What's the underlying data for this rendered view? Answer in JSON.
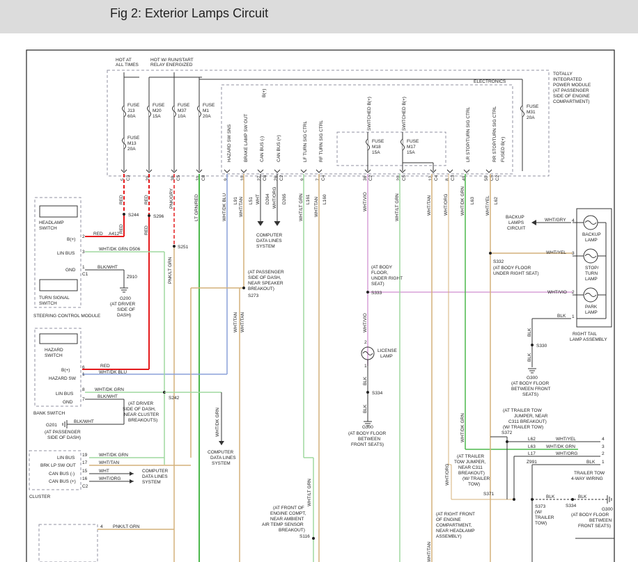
{
  "figure": {
    "title": "Fig 2: Exterior Lamps Circuit"
  },
  "colors": {
    "red": "#e41a1c",
    "blue": "#8aa0d8",
    "green": "#4cb84c",
    "light_green": "#9fd89f",
    "tan": "#d4b07a",
    "violet": "#d7a0d7",
    "dashed_box": "#9090a0",
    "wire": "#333333"
  },
  "tipm": {
    "label": [
      "TOTALLY",
      "INTEGRATED",
      "POWER MODULE",
      "(AT PASSENGER",
      "SIDE OF ENGINE",
      "COMPARTMENT)"
    ],
    "hot_at_all_times": [
      "HOT AT",
      "ALL TIMES"
    ],
    "hot_w_run_start": [
      "HOT W/ RUN/START",
      "RELAY ENERGIZED"
    ],
    "electronics": "ELECTRONICS",
    "b_plus": "B(+)",
    "fuses": [
      {
        "lines": [
          "FUSE",
          "J13",
          "60A"
        ]
      },
      {
        "lines": [
          "FUSE",
          "M13",
          "20A"
        ]
      },
      {
        "lines": [
          "FUSE",
          "M20",
          "15A"
        ]
      },
      {
        "lines": [
          "FUSE",
          "M37",
          "10A"
        ]
      },
      {
        "lines": [
          "FUSE",
          "M1",
          "20A"
        ]
      },
      {
        "lines": [
          "FUSE",
          "M31",
          "20A"
        ]
      },
      {
        "lines": [
          "FUSE",
          "M18",
          "15A"
        ]
      },
      {
        "lines": [
          "FUSE",
          "M17",
          "15A"
        ]
      }
    ],
    "signals": [
      "HAZARD SW SNS",
      "BRAKE LAMP SW OUT",
      "CAN BUS (-)",
      "CAN BUS (+)",
      "LF TURN SIG CTRL",
      "RF TURN SIG CTRL",
      "SWITCHED B(+)",
      "SWITCHED B(+)",
      "LR STOP/TURN SIG CTRL",
      "RR STOP/TURN SIG CTRL",
      "FUSED B(+)"
    ],
    "pins": [
      "5",
      "29",
      "38",
      "31",
      "9",
      "10",
      "27",
      "26",
      "9",
      "7",
      "36",
      "20",
      "12",
      "8",
      "49",
      "50"
    ],
    "conns": [
      "C3",
      "C5",
      "C8",
      "C8",
      "C2",
      "C4",
      "C2",
      "C5",
      "C4",
      "C3",
      "C5",
      "C2"
    ]
  },
  "wires": {
    "red": "RED",
    "pnk_gry": "PNK/GRY",
    "lt_grn_red": "LT GRN/RED",
    "wht_dk_blu": "WHT/DK BLU",
    "wht_tan": "WHT/TAN",
    "wht": "WHT",
    "wht_org": "WHT/ORG",
    "wht_lt_grn": "WHT/LT GRN",
    "wht_vio": "WHT/VIO",
    "wht_dk_grn": "WHT/DK GRN",
    "pnk_lt_grn": "PNK/LT GRN",
    "blk": "BLK",
    "blk_wht": "BLK/WHT",
    "wht_gry": "WHT/GRY",
    "wht_yel": "WHT/YEL",
    "wht_dk_grn_d506": "WHT/DK GRN D506",
    "circuits": [
      "L91",
      "L51",
      "D264",
      "D265",
      "L161",
      "L160",
      "L63",
      "L62",
      "A412",
      "L17",
      "Z991",
      "Z910"
    ]
  },
  "splices": [
    "S244",
    "S296",
    "S251",
    "S273",
    "S242",
    "S332",
    "S333",
    "S330",
    "S334",
    "S372",
    "S371",
    "S373",
    "S116"
  ],
  "grounds": [
    "G200",
    "G201",
    "G300"
  ],
  "notes": {
    "g200": [
      "(AT DRIVER",
      "SIDE OF",
      "DASH)"
    ],
    "g201": [
      "(AT PASSENGER",
      "SIDE OF DASH)"
    ],
    "s273": [
      "(AT PASSENGER",
      "SIDE OF DASH,",
      "NEAR SPEAKER",
      "BREAKOUT)"
    ],
    "s242": [
      "(AT DRIVER",
      "SIDE OF DASH,",
      "NEAR CLUSTER",
      "BREAKOUTS)"
    ],
    "s333": [
      "(AT BODY",
      "FLOOR,",
      "UNDER RIGHT",
      "SEAT)"
    ],
    "s332": [
      "(AT BODY FLOOR",
      "UNDER RIGHT SEAT)"
    ],
    "g300_a": [
      "(AT BODY FLOOR",
      "BETWEEN",
      "FRONT SEATS)"
    ],
    "g300_b": [
      "(AT BODY FLOOR",
      "BETWEEN FRONT",
      "SEATS)"
    ],
    "g300_c": [
      "(AT BODY FLOOR",
      "BETWEEN",
      "FRONT SEATS)"
    ],
    "s372": [
      "(AT TRAILER TOW",
      "JUMPER, NEAR",
      "C311 BREAKOUT)",
      "(W/ TRAILER TOW)"
    ],
    "s371": [
      "(AT TRAILER",
      "TOW JUMPER,",
      "NEAR C311",
      "BREAKOUT)",
      "(W/ TRAILER",
      "TOW)"
    ],
    "s373": [
      "(W/",
      "TRAILER",
      "TOW)"
    ],
    "s116": [
      "(AT FRONT OF",
      "ENGINE COMPT,",
      "NEAR AMBIENT",
      "AIR TEMP SENSOR",
      "BREAKOUT)"
    ],
    "right_front": [
      "(AT RIGHT FRONT",
      "OF ENGINE",
      "COMPARTMENT,",
      "NEAR HEADLAMP",
      "ASSEMBLY)"
    ]
  },
  "components": {
    "steering_control_module": "STEERING CONTROL MODULE",
    "headlamp_switch": [
      "HEADLAMP",
      "SWITCH"
    ],
    "turn_signal_switch": [
      "TURN SIGNAL",
      "SWITCH"
    ],
    "bplus": "B(+)",
    "lin_bus": "LIN BUS",
    "gnd": "GND",
    "hazard_switch": [
      "HAZARD",
      "SWITCH"
    ],
    "hazard_sw": "HAZARD SW",
    "bank_switch": "BANK SWITCH",
    "cluster": "CLUSTER",
    "brk_lp_sw_out": "BRK LP SW OUT",
    "can_bus_minus": "CAN BUS (-)",
    "can_bus_plus": "CAN BUS (+)",
    "computer_data_lines_system": [
      "COMPUTER",
      "DATA LINES",
      "SYSTEM"
    ],
    "backup_lamps_circuit": [
      "BACKUP",
      "LAMPS",
      "CIRCUIT"
    ],
    "backup_lamp": [
      "BACKUP",
      "LAMP"
    ],
    "stop_turn_lamp": [
      "STOP/",
      "TURN",
      "LAMP"
    ],
    "park_lamp": [
      "PARK",
      "LAMP"
    ],
    "right_tail_lamp_assembly": [
      "RIGHT TAIL",
      "LAMP ASSEMBLY"
    ],
    "license_lamp": [
      "LICENSE",
      "LAMP"
    ],
    "trailer_tow_wiring": [
      "TRAILER TOW",
      "4-WAY WIRING"
    ]
  },
  "pins": {
    "scm": [
      "2",
      "3",
      "1",
      "C1"
    ],
    "bank": [
      "6",
      "1",
      "8",
      "7"
    ],
    "cluster": [
      "19",
      "17",
      "15",
      "16",
      "C2"
    ],
    "tail": [
      "4",
      "3",
      "2",
      "1"
    ],
    "tow": [
      "4",
      "3",
      "2",
      "1"
    ],
    "license": [
      "2",
      "1"
    ],
    "misc": [
      "4"
    ]
  }
}
